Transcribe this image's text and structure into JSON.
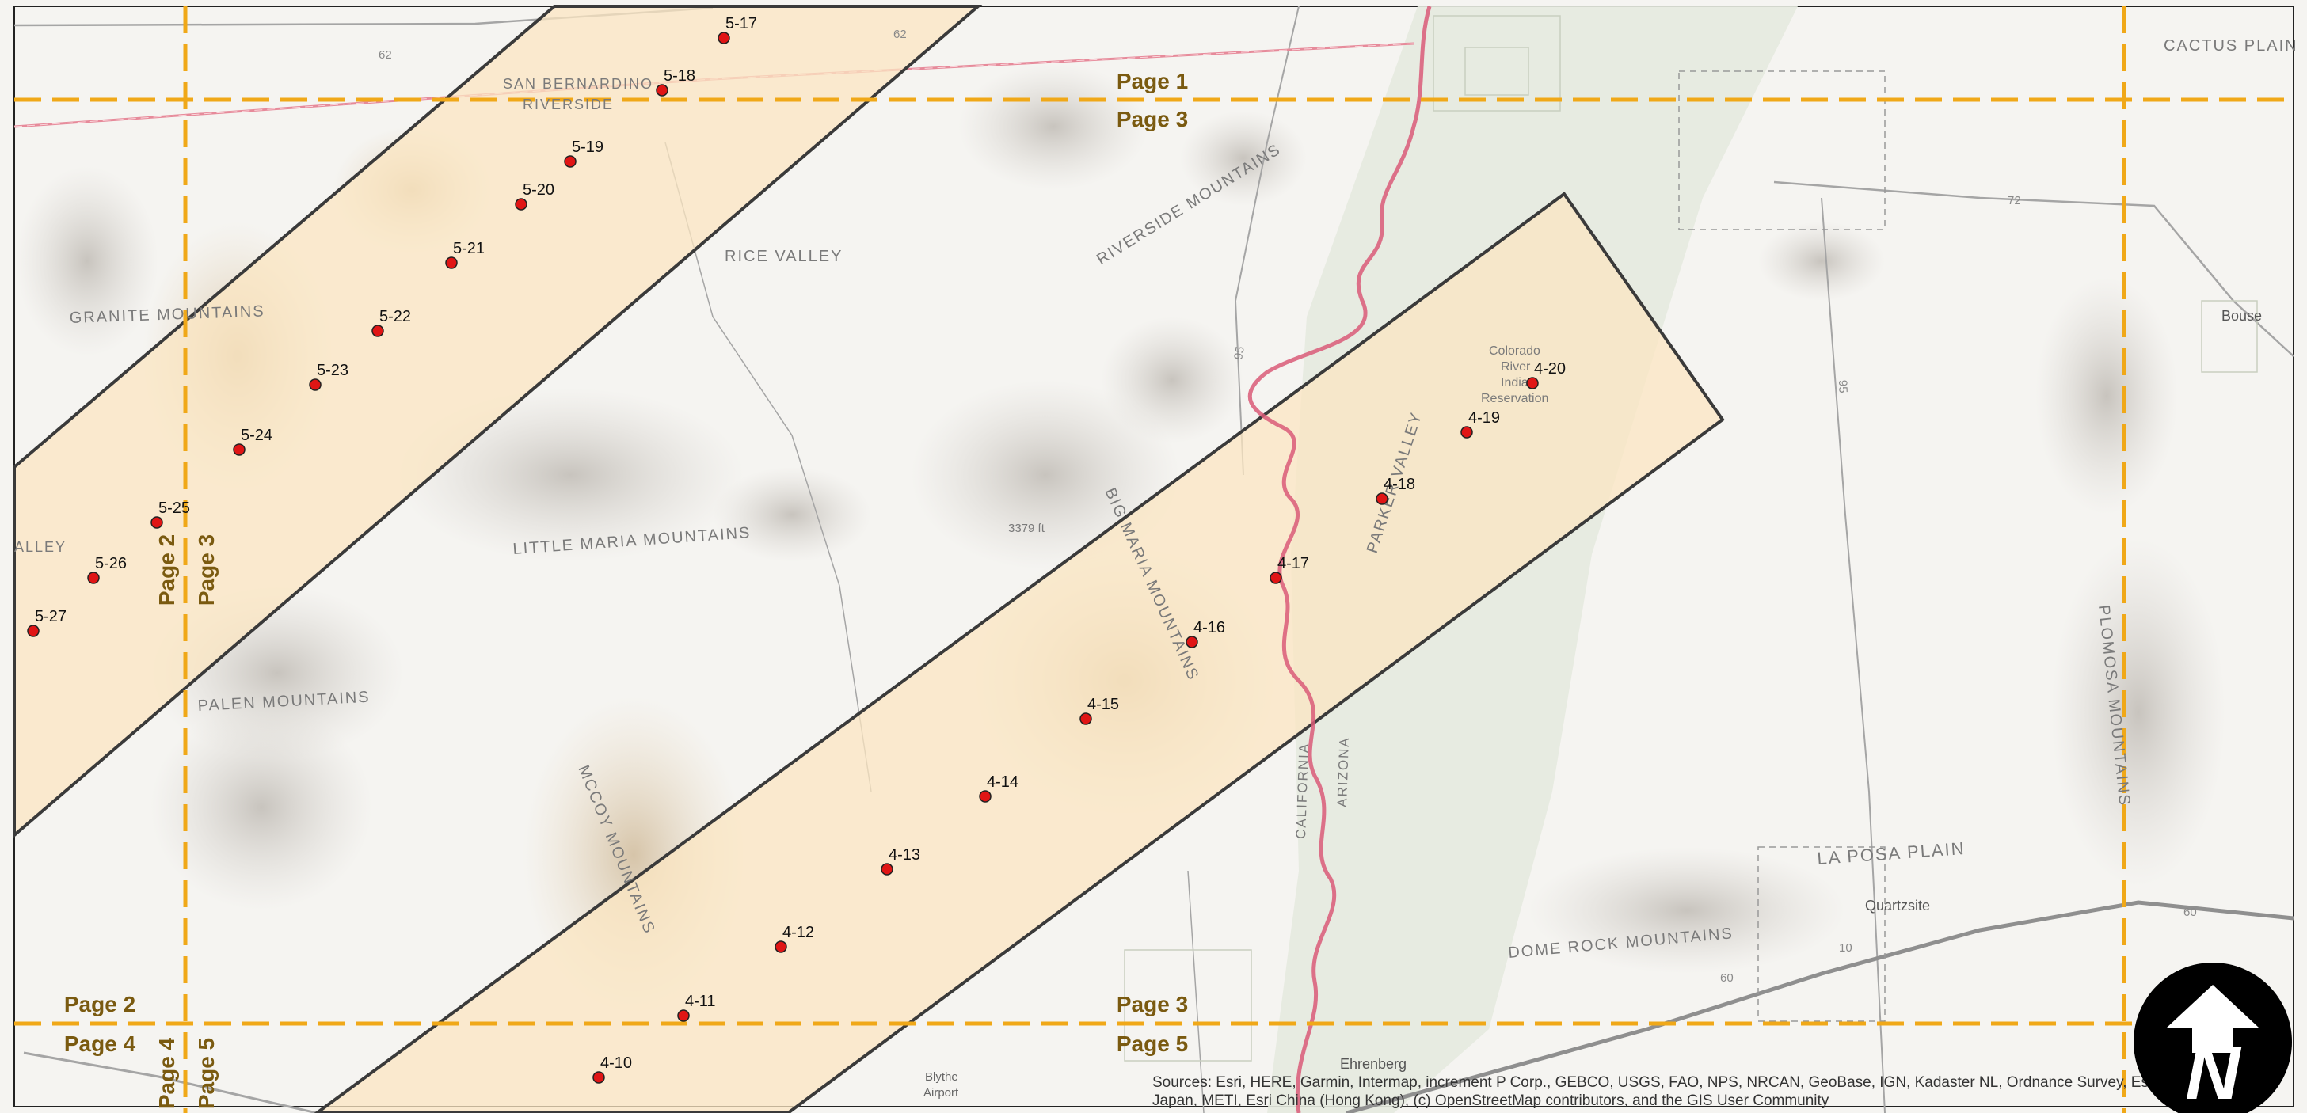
{
  "colors": {
    "background": "#f5f4f1",
    "corridor_fill": "#fbe6c2",
    "corridor_stroke": "#3a3a3a",
    "page_grid": "#f0a818",
    "page_grid_label": "#7a5a10",
    "river": "#d95b78",
    "point": "#e01515",
    "road": "#9a9a9a",
    "terrain_label": "#7a7a7a"
  },
  "page_labels": [
    {
      "id": "p1-top",
      "text": "Page 1"
    },
    {
      "id": "p3-top",
      "text": "Page 3"
    },
    {
      "id": "p2-left",
      "text": "Page 2"
    },
    {
      "id": "p3-left",
      "text": "Page 3"
    },
    {
      "id": "p2-bottom",
      "text": "Page 2"
    },
    {
      "id": "p4-bottom",
      "text": "Page 4"
    },
    {
      "id": "p3-bottom",
      "text": "Page 3"
    },
    {
      "id": "p5-bottom",
      "text": "Page 5"
    },
    {
      "id": "p4-vert",
      "text": "Page 4"
    },
    {
      "id": "p5-vert",
      "text": "Page 5"
    }
  ],
  "points": [
    {
      "label": "5-17"
    },
    {
      "label": "5-18"
    },
    {
      "label": "5-19"
    },
    {
      "label": "5-20"
    },
    {
      "label": "5-21"
    },
    {
      "label": "5-22"
    },
    {
      "label": "5-23"
    },
    {
      "label": "5-24"
    },
    {
      "label": "5-25"
    },
    {
      "label": "5-26"
    },
    {
      "label": "5-27"
    },
    {
      "label": "4-10"
    },
    {
      "label": "4-11"
    },
    {
      "label": "4-12"
    },
    {
      "label": "4-13"
    },
    {
      "label": "4-14"
    },
    {
      "label": "4-15"
    },
    {
      "label": "4-16"
    },
    {
      "label": "4-17"
    },
    {
      "label": "4-18"
    },
    {
      "label": "4-19"
    },
    {
      "label": "4-20"
    }
  ],
  "place_labels": {
    "cactus_plain": "CACTUS PLAIN",
    "san_bernardino": "SAN BERNARDINO",
    "riverside": "RIVERSIDE",
    "riverside_mountains": "RIVERSIDE MOUNTAINS",
    "rice_valley": "RICE VALLEY",
    "granite_mountains": "GRANITE MOUNTAINS",
    "little_maria_mountains": "LITTLE MARIA MOUNTAINS",
    "palen_mountains": "PALEN MOUNTAINS",
    "mccoy_mountains": "MCCOY MOUNTAINS",
    "big_maria_mountains": "BIG MARIA MOUNTAINS",
    "parker_valley": "PARKER VALLEY",
    "colorado_river_1": "Colorado",
    "colorado_river_2": "River",
    "colorado_river_3": "Indian",
    "colorado_river_4": "Reservation",
    "elevation": "3379 ft",
    "california": "CALIFORNIA",
    "arizona": "ARIZONA",
    "la_posa_plain": "LA POSA PLAIN",
    "dome_rock_mountains": "DOME ROCK MOUNTAINS",
    "plomosa_mountains": "PLOMOSA MOUNTAINS",
    "quartzsite": "Quartzsite",
    "bouse": "Bouse",
    "ehrenberg": "Ehrenberg",
    "blythe_airport_1": "Blythe",
    "blythe_airport_2": "Airport",
    "valley_left": "ALLEY",
    "road_62_a": "62",
    "road_62_b": "62",
    "road_72": "72",
    "road_95_a": "95",
    "road_95_b": "95",
    "road_10": "10",
    "road_60_a": "60",
    "road_60_b": "60"
  },
  "attribution": {
    "line1": "Sources: Esri, HERE, Garmin, Intermap, increment P Corp., GEBCO, USGS, FAO, NPS, NRCAN, GeoBase, IGN, Kadaster NL, Ordnance Survey, Esri",
    "line2": "Japan, METI, Esri China (Hong Kong), (c) OpenStreetMap contributors, and the GIS User Community"
  },
  "north_arrow": {
    "icon": "north-arrow-icon",
    "letter": "N"
  }
}
